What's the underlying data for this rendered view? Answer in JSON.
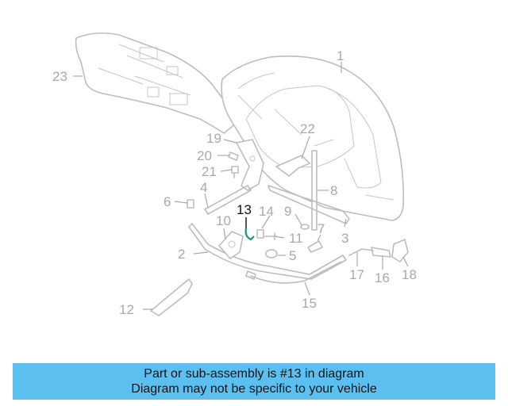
{
  "diagram": {
    "callouts": [
      {
        "id": "1",
        "text": "1"
      },
      {
        "id": "2",
        "text": "2"
      },
      {
        "id": "3",
        "text": "3"
      },
      {
        "id": "4",
        "text": "4"
      },
      {
        "id": "5",
        "text": "5"
      },
      {
        "id": "6",
        "text": "6"
      },
      {
        "id": "7",
        "text": "7"
      },
      {
        "id": "8",
        "text": "8"
      },
      {
        "id": "9",
        "text": "9"
      },
      {
        "id": "10",
        "text": "10"
      },
      {
        "id": "11",
        "text": "11"
      },
      {
        "id": "12",
        "text": "12"
      },
      {
        "id": "13",
        "text": "13"
      },
      {
        "id": "14",
        "text": "14"
      },
      {
        "id": "15",
        "text": "15"
      },
      {
        "id": "16",
        "text": "16"
      },
      {
        "id": "17",
        "text": "17"
      },
      {
        "id": "18",
        "text": "18"
      },
      {
        "id": "19",
        "text": "19"
      },
      {
        "id": "20",
        "text": "20"
      },
      {
        "id": "21",
        "text": "21"
      },
      {
        "id": "22",
        "text": "22"
      },
      {
        "id": "23",
        "text": "23"
      }
    ],
    "highlighted_part": "13",
    "highlight_color": "#111111",
    "callout_color": "#a9a9a9",
    "part_color": "#bdbdbd"
  },
  "banner": {
    "line1": "Part or sub-assembly is #13 in diagram",
    "line2": "Diagram may not be specific to your vehicle",
    "background": "#5bc0f0"
  }
}
